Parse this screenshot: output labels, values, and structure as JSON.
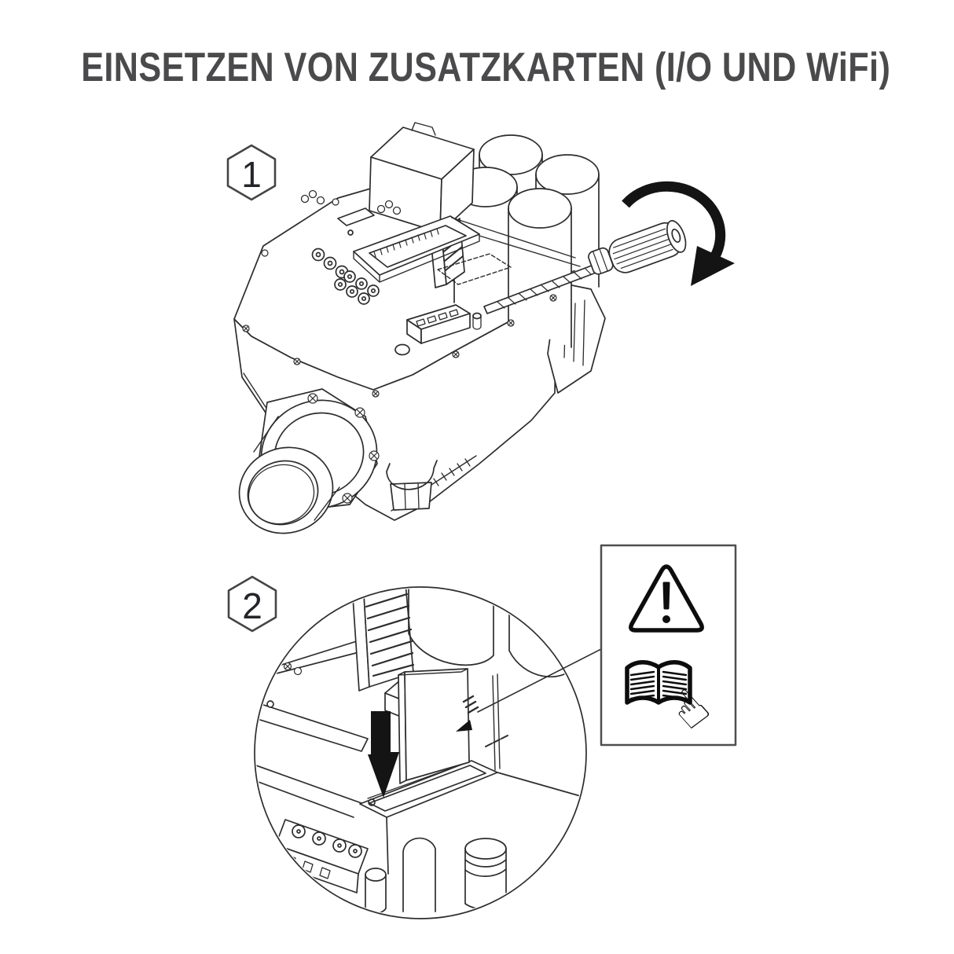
{
  "header": {
    "title": "EINSETZEN VON ZUSATZKARTEN (I/O UND WiFi)"
  },
  "steps": [
    {
      "number": "1",
      "figure": "positioner-overview-with-screwdriver-and-rotation-arrow"
    },
    {
      "number": "2",
      "figure": "magnified-circle-card-insertion-into-slot"
    }
  ],
  "callout": {
    "icons": [
      "warning-triangle-icon",
      "read-manual-book-icon",
      "pointing-hand-icon"
    ]
  },
  "icons": {
    "step_badge": "hexagon-outline",
    "rotation_direction": "clockwise-curved-arrow",
    "insertion_direction": "solid-down-arrow",
    "pointing_hand_glyph": "☝"
  },
  "colors": {
    "background": "#ffffff",
    "title_text": "#4a4a4c",
    "line_art": "#2d2d2d",
    "solid_black": "#141414",
    "callout_border": "#4f4f4f",
    "badge_border": "#454545",
    "badge_number": "#23252b"
  }
}
